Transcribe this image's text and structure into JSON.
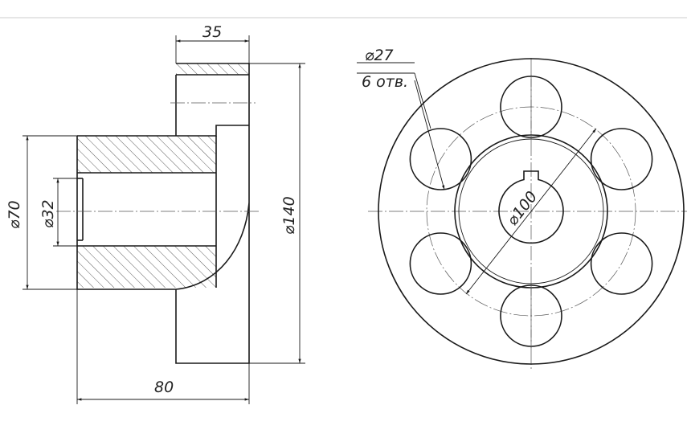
{
  "drawing": {
    "section_view": {
      "dim_length_total": "80",
      "dim_flange_width": "35",
      "dim_flange_diameter": "⌀140",
      "dim_hub_diameter": "⌀70",
      "dim_bore_diameter": "⌀32"
    },
    "front_view": {
      "dim_hole_diameter": "⌀27",
      "dim_hole_count": "6 отв.",
      "dim_bolt_circle": "⌀100"
    }
  },
  "colors": {
    "line": "#1a1a1a",
    "background": "#ffffff"
  }
}
